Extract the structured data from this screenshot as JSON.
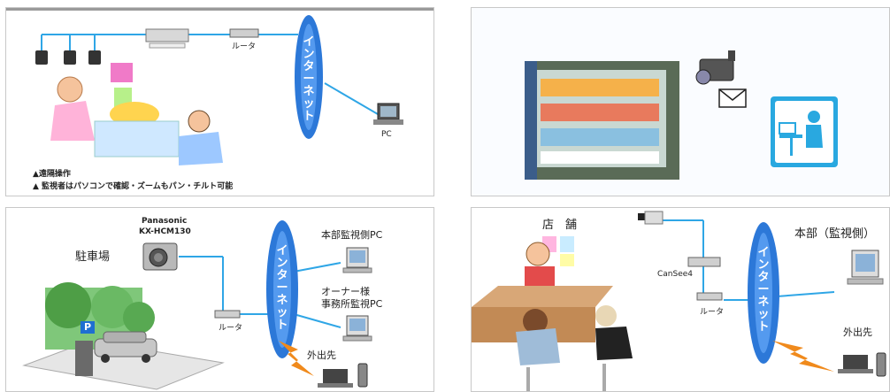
{
  "panel1": {
    "router_label": "ルータ",
    "pc_label": "PC",
    "internet_chars": [
      "イ",
      "ン",
      "タ",
      "ー",
      "ネ",
      "ッ",
      "ト"
    ],
    "caption_line1": "▲遠隔操作",
    "caption_line2": "▲ 監視者はパソコンで確認・ズームもパン・チルト可能"
  },
  "panel2": {
    "camera_icon": "camera-icon",
    "mail_icon": "envelope-icon",
    "person_icon": "person-at-desk-icon"
  },
  "panel3": {
    "camera_brand": "Panasonic",
    "camera_model": "KX-HCM130",
    "parking_label": "駐車場",
    "parking_sign": "P",
    "router_label": "ルータ",
    "hq_label": "本部監視側PC",
    "owner_label_line1": "オーナー様",
    "owner_label_line2": "事務所監視PC",
    "remote_label": "外出先",
    "internet_chars": [
      "イ",
      "ン",
      "タ",
      "ー",
      "ネ",
      "ッ",
      "ト"
    ]
  },
  "panel4": {
    "store_label": "店　舗",
    "device_label": "CanSee4",
    "router_label": "ルータ",
    "hq_label": "本部（監視側）",
    "remote_label": "外出先",
    "internet_chars": [
      "イ",
      "ン",
      "タ",
      "ー",
      "ネ",
      "ッ",
      "ト"
    ]
  },
  "colors": {
    "network_line": "#2fa6e6",
    "internet_cloud": "#2c78d8",
    "accent_cyan": "#29a8e0",
    "lightning": "#f08a1c"
  }
}
